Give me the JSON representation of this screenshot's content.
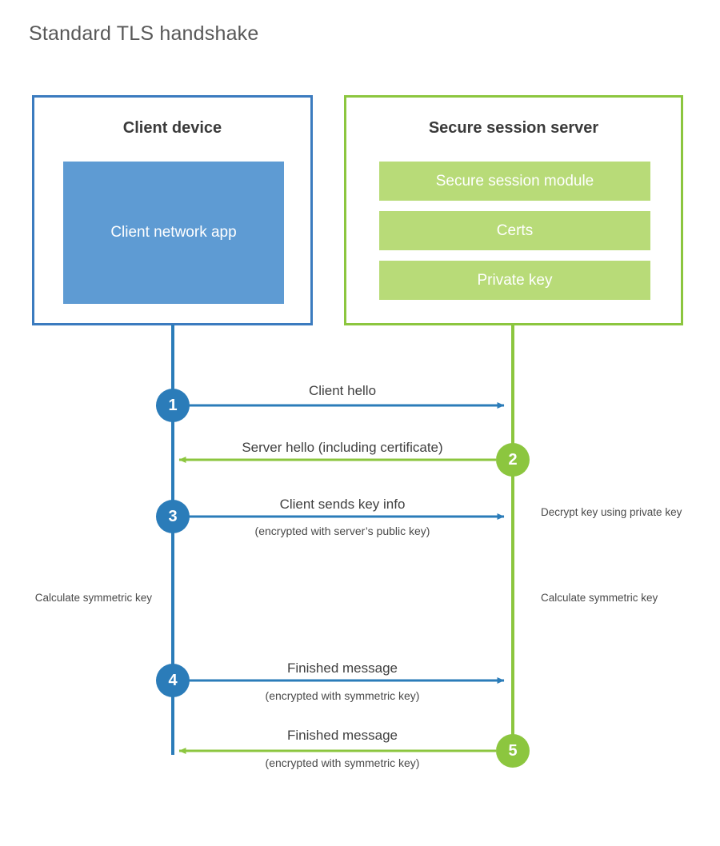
{
  "title": "Standard TLS handshake",
  "colors": {
    "client_border": "#3b7bbf",
    "client_fill": "#5e9bd3",
    "client_accent": "#2b7cb9",
    "server_border": "#8cc63f",
    "server_fill": "#b8db78",
    "server_accent": "#8cc63f",
    "title_text": "#585858",
    "body_text": "#3f3f3f",
    "background": "#ffffff"
  },
  "parties": {
    "client": {
      "title": "Client device",
      "blocks": [
        {
          "label": "Client network app"
        }
      ]
    },
    "server": {
      "title": "Secure session server",
      "blocks": [
        {
          "label": "Secure session module"
        },
        {
          "label": "Certs"
        },
        {
          "label": "Private key"
        }
      ]
    }
  },
  "messages": [
    {
      "step": "1",
      "label": "Client hello",
      "sublabel": "",
      "direction": "client-to-server",
      "color": "#2b7cb9"
    },
    {
      "step": "2",
      "label": "Server hello (including certificate)",
      "sublabel": "",
      "direction": "server-to-client",
      "color": "#8cc63f"
    },
    {
      "step": "3",
      "label": "Client sends key info",
      "sublabel": "(encrypted with server’s public key)",
      "direction": "client-to-server",
      "color": "#2b7cb9"
    },
    {
      "step": "4",
      "label": "Finished message",
      "sublabel": "(encrypted with symmetric key)",
      "direction": "client-to-server",
      "color": "#2b7cb9"
    },
    {
      "step": "5",
      "label": "Finished message",
      "sublabel": "(encrypted with symmetric key)",
      "direction": "server-to-client",
      "color": "#8cc63f"
    }
  ],
  "annotations": {
    "decrypt_key": "Decrypt key using private key",
    "client_calculate": "Calculate symmetric key",
    "server_calculate": "Calculate symmetric key"
  }
}
